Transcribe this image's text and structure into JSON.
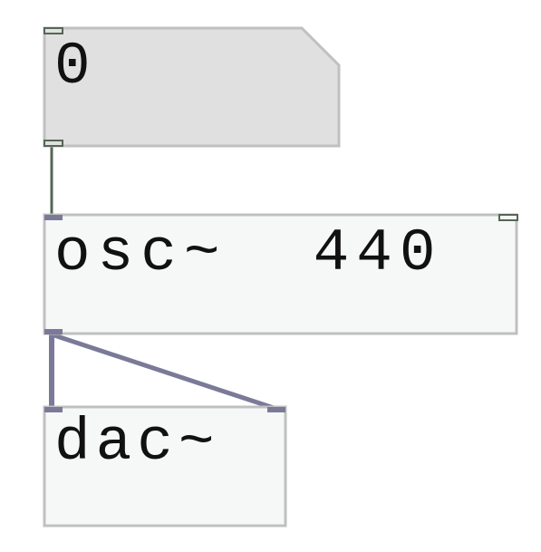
{
  "patch": {
    "number_box": {
      "value": "0"
    },
    "osc_object": {
      "text": "osc~  440"
    },
    "dac_object": {
      "text": "dac~"
    }
  },
  "colors": {
    "number_fill": "#e0e0e0",
    "object_fill": "#f6f8f8",
    "box_border": "#c0c0c0",
    "control_connection": "#556655",
    "signal_connection": "#7a7a98",
    "control_inlet": "#556655",
    "signal_inlet": "#7a7a98"
  }
}
